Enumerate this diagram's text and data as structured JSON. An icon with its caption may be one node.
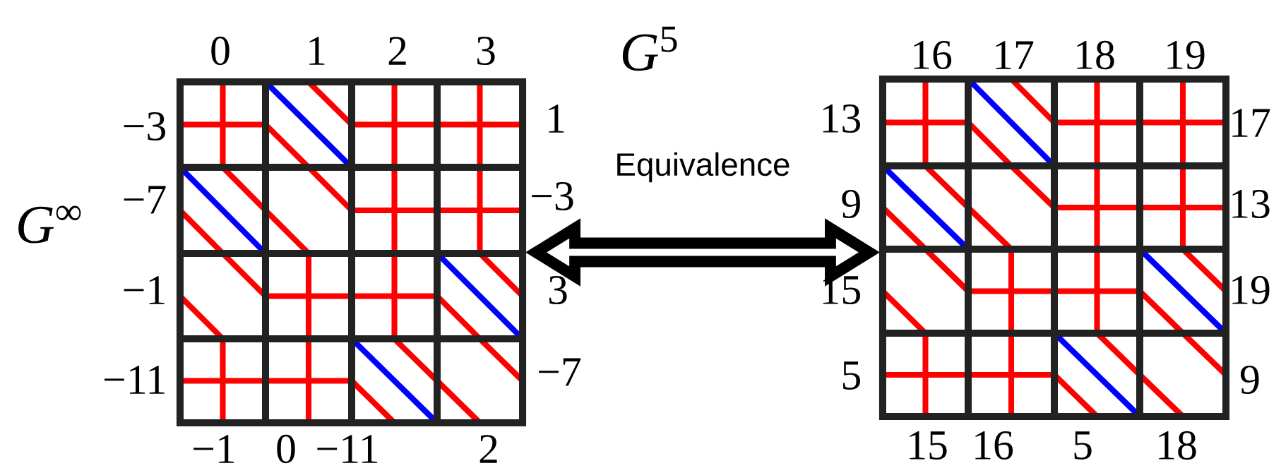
{
  "diagram": {
    "nodes": [
      {
        "text": [],
        "shape": "picture",
        "beside": [
          "*G*$^{∞}$",
          "0",
          "1",
          "2",
          "3",
          "−3",
          "−7",
          "−1",
          "−11",
          "1",
          "−3",
          "3",
          "−7",
          "−1",
          "0",
          "−11",
          "2"
        ]
      },
      {
        "text": [],
        "shape": "picture",
        "beside": [
          "16",
          "17",
          "18",
          "19",
          "13",
          "9",
          "15",
          "5",
          "17",
          "13",
          "19",
          "9",
          "15",
          "16",
          "5",
          "18"
        ]
      }
    ],
    "edges": [
      {
        "from": 0,
        "to": 1,
        "arrow": "both",
        "label": "Equivalence"
      }
    ],
    "labels": [
      "*G*$^{5}$"
    ]
  }
}
